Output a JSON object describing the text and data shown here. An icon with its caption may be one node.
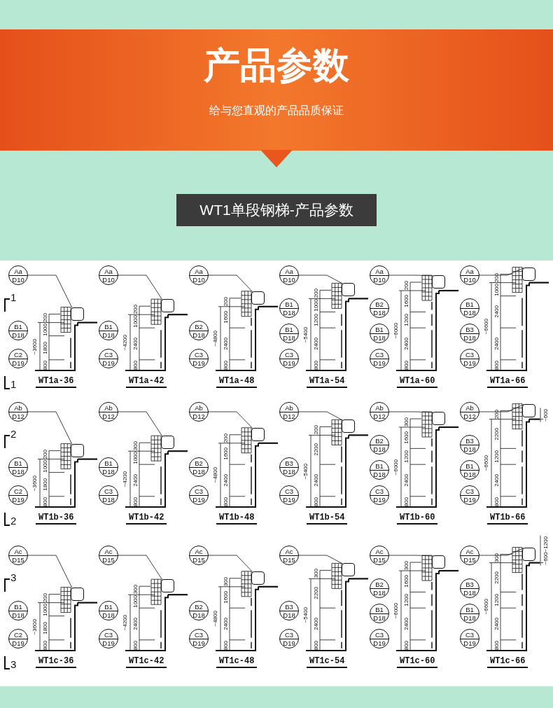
{
  "diagram": {
    "title": "产品参数",
    "nodes": [
      {
        "text": [
          "WT1单段钢梯-产品参数"
        ]
      },
      {
        "text": [
          "Aa",
          "D10"
        ]
      },
      {
        "text": [],
        "shape": "box"
      },
      {
        "text": [
          "B1",
          "D18"
        ]
      },
      {
        "text": [
          "C2",
          "D19"
        ]
      },
      {
        "text": [
          "Aa",
          "D10"
        ]
      },
      {
        "text": [],
        "shape": "box"
      },
      {
        "text": [
          "B1",
          "D18"
        ]
      },
      {
        "text": [
          "C3",
          "D19"
        ]
      },
      {
        "text": [
          "Aa",
          "D10"
        ]
      },
      {
        "text": [],
        "shape": "box"
      },
      {
        "text": [
          "B2",
          "D18"
        ]
      },
      {
        "text": [
          "C3",
          "D19"
        ]
      },
      {
        "text": [
          "Aa",
          "D10"
        ]
      },
      {
        "text": [],
        "shape": "box"
      },
      {
        "text": [
          "B1",
          "D18"
        ]
      },
      {
        "text": [
          "B1",
          "D18"
        ]
      },
      {
        "text": [
          "C3",
          "D19"
        ]
      },
      {
        "text": [
          "Aa",
          "D10"
        ]
      },
      {
        "text": [],
        "shape": "box"
      },
      {
        "text": [
          "B2",
          "D18"
        ]
      },
      {
        "text": [
          "B1",
          "D18"
        ]
      },
      {
        "text": [
          "C3",
          "D19"
        ]
      },
      {
        "text": [
          "Aa",
          "D10"
        ]
      },
      {
        "text": [],
        "shape": "box"
      },
      {
        "text": [
          "B1",
          "D18"
        ]
      },
      {
        "text": [
          "B3",
          "D18"
        ]
      },
      {
        "text": [
          "C3",
          "D19"
        ]
      },
      {
        "text": [
          "Ab",
          "D12"
        ]
      },
      {
        "text": [],
        "shape": "box"
      },
      {
        "text": [
          "B1",
          "D18"
        ]
      },
      {
        "text": [
          "C2",
          "D19"
        ]
      },
      {
        "text": [
          "Ab",
          "D12"
        ]
      },
      {
        "text": [],
        "shape": "box"
      },
      {
        "text": [
          "B1",
          "D18"
        ]
      },
      {
        "text": [
          "C3",
          "D18"
        ]
      },
      {
        "text": [
          "Ab",
          "D12"
        ]
      },
      {
        "text": [],
        "shape": "box"
      },
      {
        "text": [
          "B2",
          "D18"
        ]
      },
      {
        "text": [
          "C3",
          "D19"
        ]
      },
      {
        "text": [
          "Ab",
          "D12"
        ]
      },
      {
        "text": [],
        "shape": "box"
      },
      {
        "text": [
          "B3",
          "D18"
        ]
      },
      {
        "text": [
          "C3",
          "D19"
        ]
      },
      {
        "text": [
          "Ab",
          "D12"
        ]
      },
      {
        "text": [],
        "shape": "box"
      },
      {
        "text": [
          "B2",
          "D18"
        ]
      },
      {
        "text": [
          "B1",
          "D18"
        ]
      },
      {
        "text": [
          "C3",
          "D19"
        ]
      },
      {
        "text": [
          "Ab",
          "D12"
        ]
      },
      {
        "text": [],
        "shape": "box"
      },
      {
        "text": [
          "B3",
          "D18"
        ]
      },
      {
        "text": [
          "B1",
          "D18"
        ]
      },
      {
        "text": [
          "C3",
          "D19"
        ]
      },
      {
        "text": [
          "Ac",
          "D15"
        ]
      },
      {
        "text": [],
        "shape": "box"
      },
      {
        "text": [
          "B1",
          "D18"
        ]
      },
      {
        "text": [
          "C2",
          "D19"
        ]
      },
      {
        "text": [
          "Ac",
          "D15"
        ]
      },
      {
        "text": [],
        "shape": "box"
      },
      {
        "text": [
          "B1",
          "D18"
        ]
      },
      {
        "text": [
          "C3",
          "D19"
        ]
      },
      {
        "text": [
          "Ac",
          "D15"
        ]
      },
      {
        "text": [],
        "shape": "box"
      },
      {
        "text": [
          "B2",
          "D18"
        ]
      },
      {
        "text": [
          "C3",
          "D19"
        ]
      },
      {
        "text": [
          "Ac",
          "D15"
        ]
      },
      {
        "text": [],
        "shape": "box"
      },
      {
        "text": [
          "B3",
          "D18"
        ]
      },
      {
        "text": [
          "C3",
          "D19"
        ]
      },
      {
        "text": [
          "Ac",
          "D15"
        ]
      },
      {
        "text": [],
        "shape": "box"
      },
      {
        "text": [
          "B2",
          "D18"
        ]
      },
      {
        "text": [
          "B1",
          "D18"
        ]
      },
      {
        "text": [
          "C3",
          "D19"
        ]
      },
      {
        "text": [
          "Ac",
          "D15"
        ]
      },
      {
        "text": [],
        "shape": "box"
      },
      {
        "text": [
          "B3",
          "D18"
        ]
      },
      {
        "text": [
          "B1",
          "D18"
        ]
      },
      {
        "text": [
          "C3",
          "D19"
        ]
      }
    ],
    "edges": [
      {
        "from": 1,
        "to": 2,
        "arrow": "none"
      },
      {
        "from": 5,
        "to": 6,
        "arrow": "none"
      },
      {
        "from": 9,
        "to": 10,
        "arrow": "none"
      },
      {
        "from": 13,
        "to": 14,
        "arrow": "none"
      },
      {
        "from": 18,
        "to": 19,
        "arrow": "none"
      },
      {
        "from": 23,
        "to": 24,
        "arrow": "none"
      },
      {
        "from": 28,
        "to": 29,
        "arrow": "none"
      },
      {
        "from": 32,
        "to": 33,
        "arrow": "none"
      },
      {
        "from": 36,
        "to": 37,
        "arrow": "none"
      },
      {
        "from": 40,
        "to": 41,
        "arrow": "none"
      },
      {
        "from": 44,
        "to": 45,
        "arrow": "none"
      },
      {
        "from": 49,
        "to": 50,
        "arrow": "none"
      },
      {
        "from": 54,
        "to": 55,
        "arrow": "none"
      },
      {
        "from": 58,
        "to": 59,
        "arrow": "none"
      },
      {
        "from": 62,
        "to": 63,
        "arrow": "none"
      },
      {
        "from": 66,
        "to": 67,
        "arrow": "none"
      },
      {
        "from": 70,
        "to": 71,
        "arrow": "none"
      },
      {
        "from": 75,
        "to": 76,
        "arrow": "none"
      }
    ],
    "labels": [
      "给与您直观的产品品质保证",
      "1",
      "1",
      "200",
      "1000",
      "1800",
      "800",
      "~3600",
      "WT1a-36",
      "200",
      "1000",
      "2400",
      "800",
      "~4200",
      "WT1a-42",
      "200",
      "1600",
      "2400",
      "800",
      "~4800",
      "WT1a-48",
      "200",
      "1000",
      "1200",
      "2400",
      "800",
      "~5400",
      "WT1a-54",
      "200",
      "1600",
      "1200",
      "2400",
      "800",
      "~6000",
      "WT1a-60",
      "200",
      "1000",
      "2400",
      "2400",
      "800",
      "~6600",
      "WT1a-66",
      "2",
      "2",
      "200",
      "1000",
      "1800",
      "800",
      "~3600",
      "WT1b-36",
      "300",
      "1000",
      "2400",
      "800",
      "~4200",
      "WT1b-42",
      "200",
      "1600",
      "2400",
      "800",
      "~4800",
      "WT1b-48",
      "200",
      "2200",
      "2400",
      "800",
      "~5400",
      "WT1b-54",
      "300",
      "1600",
      "1200",
      "2400",
      "800",
      "~6000",
      "WT1b-60",
      "200",
      "2200",
      "1200",
      "2400",
      "800",
      "~6600",
      "~600",
      "WT1b-66",
      "3",
      "3",
      "200",
      "1000",
      "1800",
      "800",
      "~3600",
      "WT1c-36",
      "300",
      "1000",
      "2400",
      "800",
      "~4200",
      "WT1c-42",
      "300",
      "1600",
      "2400",
      "800",
      "~4800",
      "WT1c-48",
      "300",
      "2200",
      "2400",
      "800",
      "~5400",
      "WT1c-54",
      "300",
      "1600",
      "1200",
      "2400",
      "800",
      "~6000",
      "WT1c-60",
      "300",
      "2200",
      "1200",
      "2400",
      "800",
      "~6600",
      "~600~1200",
      "WT1c-66"
    ]
  }
}
